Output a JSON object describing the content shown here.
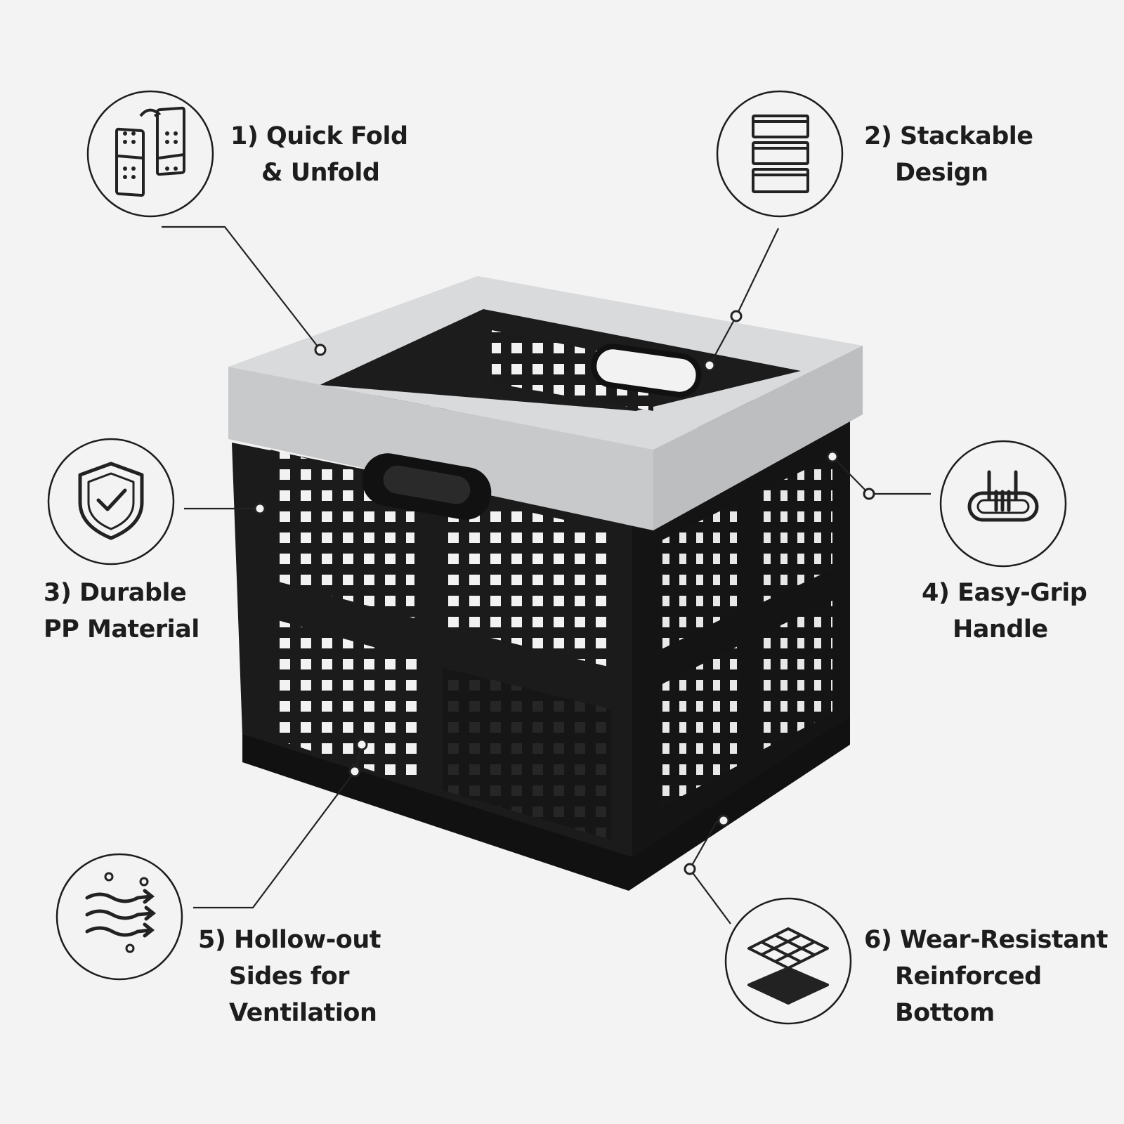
{
  "features": [
    {
      "number": "1)",
      "lines": [
        "Quick Fold",
        "& Unfold"
      ],
      "icon": "fold-panels-icon"
    },
    {
      "number": "2)",
      "lines": [
        "Stackable",
        "Design"
      ],
      "icon": "stacked-boxes-icon"
    },
    {
      "number": "3)",
      "lines": [
        "Durable",
        "PP Material"
      ],
      "icon": "shield-check-icon"
    },
    {
      "number": "4)",
      "lines": [
        "Easy-Grip",
        "Handle"
      ],
      "icon": "hand-grip-icon"
    },
    {
      "number": "5)",
      "lines": [
        "Hollow-out",
        "Sides for",
        "Ventilation"
      ],
      "icon": "airflow-icon"
    },
    {
      "number": "6)",
      "lines": [
        "Wear-Resistant",
        "Reinforced",
        "Bottom"
      ],
      "icon": "grid-layers-icon"
    }
  ],
  "colors": {
    "background": "#f3f3f3",
    "crate_body": "#1b1b1b",
    "crate_rim": "#cfd0d2",
    "ink": "#1d1d1d"
  }
}
